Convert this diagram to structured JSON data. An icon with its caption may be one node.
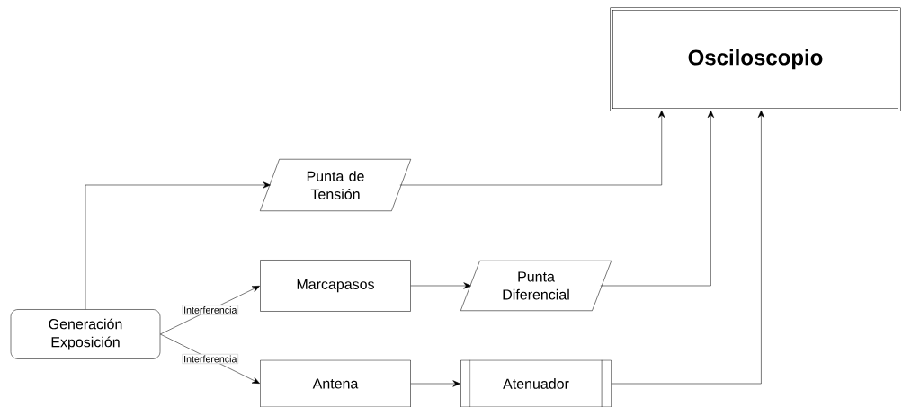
{
  "diagram": {
    "nodes": [
      {
        "text": [
          "Osciloscopio"
        ]
      },
      {
        "text": [
          "Punta de Tensión"
        ]
      },
      {
        "text": [
          "Generación Exposición"
        ]
      },
      {
        "text": [
          "Marcapasos"
        ]
      },
      {
        "text": [
          "Punta Diferencial"
        ]
      },
      {
        "text": [
          "Antena"
        ]
      },
      {
        "text": [
          "Atenuador"
        ]
      }
    ],
    "edges": [
      {
        "from": 2,
        "to": 1,
        "arrow": "to"
      },
      {
        "from": 2,
        "to": 3,
        "arrow": "to",
        "label": "Interferencia"
      },
      {
        "from": 2,
        "to": 5,
        "arrow": "to",
        "label": "Interferencia"
      },
      {
        "from": 3,
        "to": 4,
        "arrow": "to"
      },
      {
        "from": 5,
        "to": 6,
        "arrow": "to"
      },
      {
        "from": 1,
        "to": 0,
        "arrow": "to"
      },
      {
        "from": 4,
        "to": 0,
        "arrow": "to"
      },
      {
        "from": 6,
        "to": 0,
        "arrow": "to"
      }
    ]
  }
}
